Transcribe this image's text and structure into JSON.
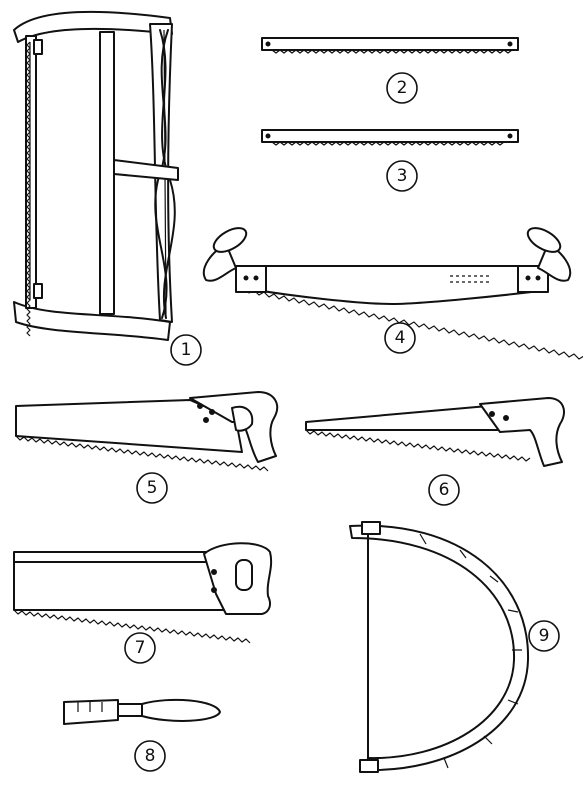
{
  "labels": {
    "frame_saw": "1",
    "blade_a": "2",
    "blade_b": "3",
    "crosscut_saw": "4",
    "handsaw": "5",
    "keyhole_saw": "6",
    "tenon_saw": "7",
    "small_saw": "8",
    "bow_saw": "9"
  }
}
